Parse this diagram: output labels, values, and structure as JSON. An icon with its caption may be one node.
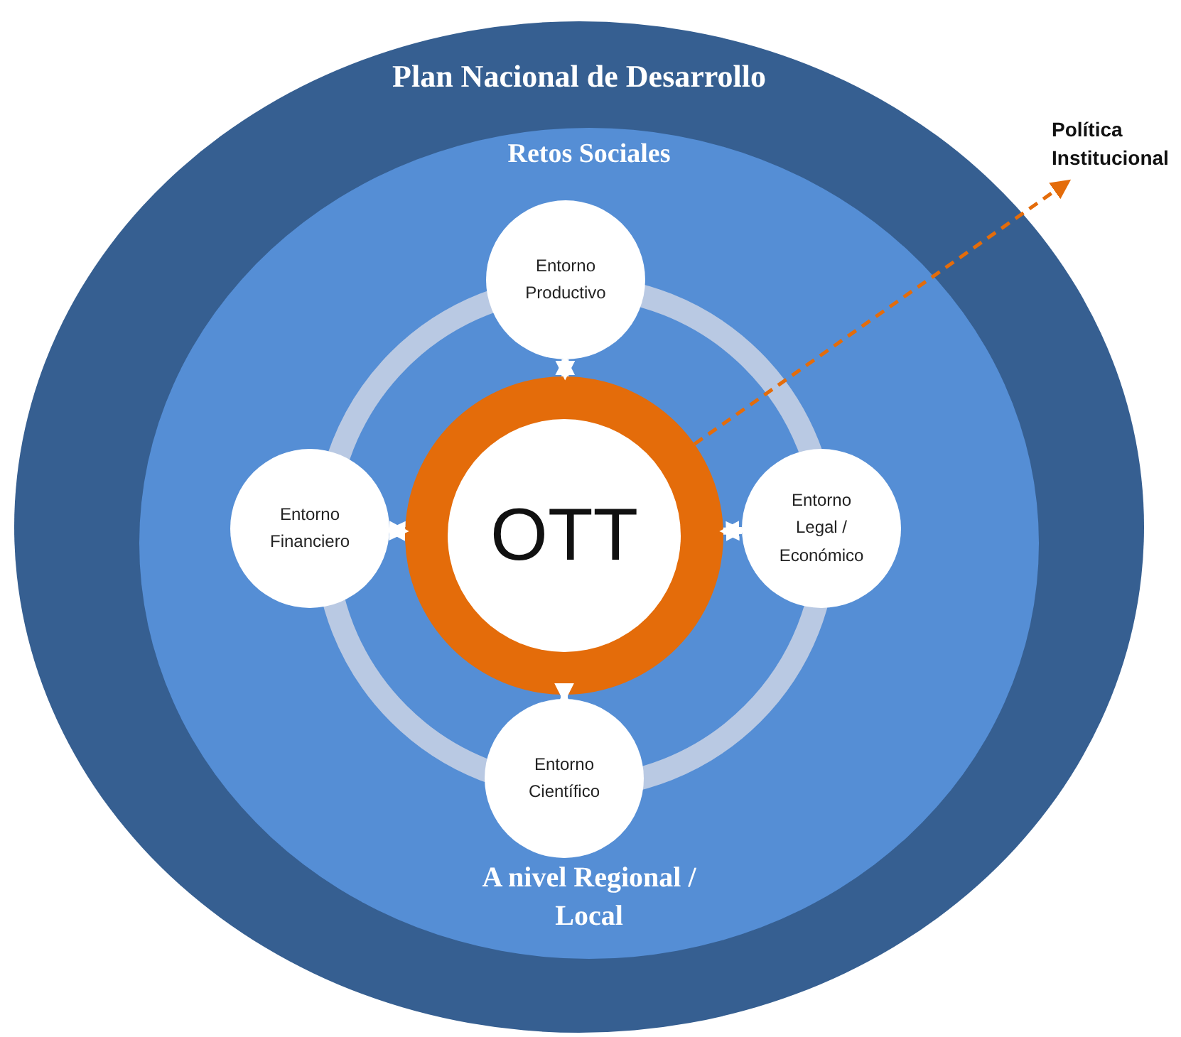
{
  "diagram": {
    "nodes": [
      {
        "text": [
          "Plan Nacional de Desarrollo"
        ]
      },
      {
        "text": [
          "Retos Sociales",
          "A nivel Regional / Local"
        ],
        "in": 0
      },
      {
        "text": [
          "OTT"
        ],
        "in": 1
      },
      {
        "text": [
          "Entorno Productivo"
        ],
        "in": 1
      },
      {
        "text": [
          "Entorno Financiero"
        ],
        "in": 1
      },
      {
        "text": [
          "Entorno Legal / Económico"
        ],
        "in": 1
      },
      {
        "text": [
          "Entorno Científico"
        ],
        "in": 1
      },
      {
        "text": [
          "Política Institucional"
        ]
      }
    ],
    "edges": [
      {
        "from": 3,
        "to": 2,
        "arrow": "both"
      },
      {
        "from": 4,
        "to": 2,
        "arrow": "both"
      },
      {
        "from": 5,
        "to": 2,
        "arrow": "both"
      },
      {
        "from": 6,
        "to": 2,
        "arrow": "both"
      },
      {
        "from": 2,
        "to": 7,
        "arrow": "to",
        "style": "dashed",
        "color": "#e46c0a"
      }
    ]
  }
}
